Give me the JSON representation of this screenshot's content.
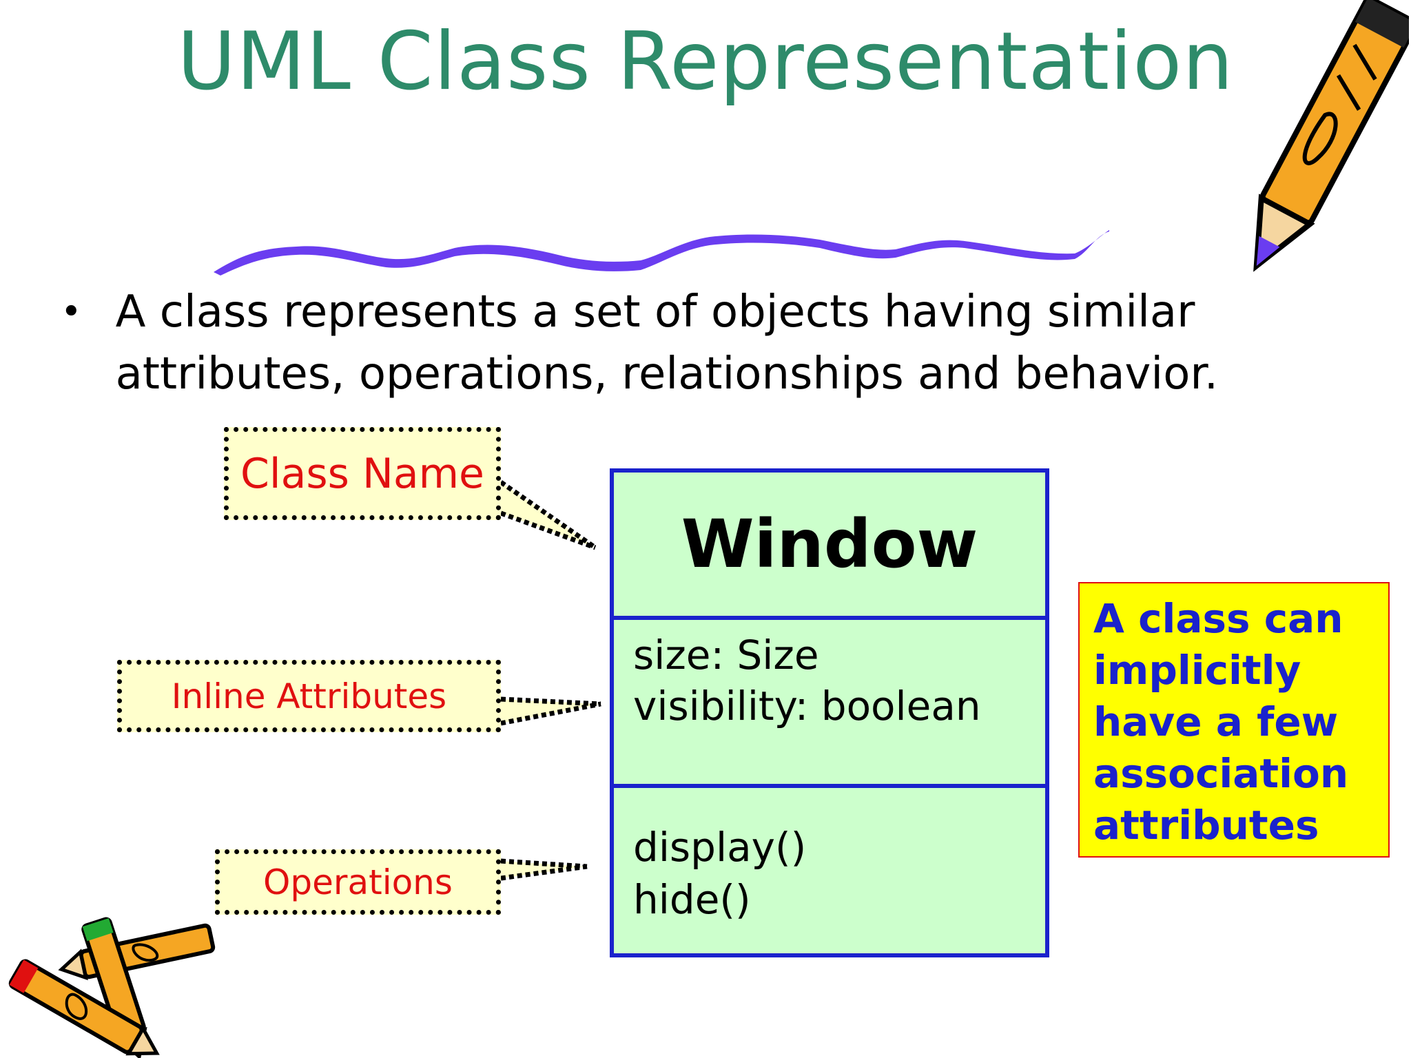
{
  "title": "UML Class Representation",
  "bullet": {
    "line1": "A class represents a set of objects having similar",
    "line2": "attributes, operations, relationships and behavior."
  },
  "callouts": {
    "class_name": "Class Name",
    "inline_attributes": "Inline Attributes",
    "operations": "Operations"
  },
  "uml_class": {
    "name": "Window",
    "attributes": [
      "size: Size",
      "visibility: boolean"
    ],
    "operations": [
      "display()",
      "hide()"
    ]
  },
  "note": {
    "lines": [
      "A class can",
      "implicitly",
      "have a few",
      "association",
      "attributes"
    ]
  },
  "colors": {
    "title": "#2e8b6a",
    "callout_text": "#e01010",
    "callout_fill": "#ffffcc",
    "class_fill": "#ccffcc",
    "class_border": "#1a22cc",
    "note_fill": "#ffff00",
    "note_text": "#1a22cc",
    "squiggle": "#6a3df0"
  },
  "icons": [
    "pencil-clipart-icon",
    "crayons-clipart-icon",
    "bullet-icon"
  ]
}
